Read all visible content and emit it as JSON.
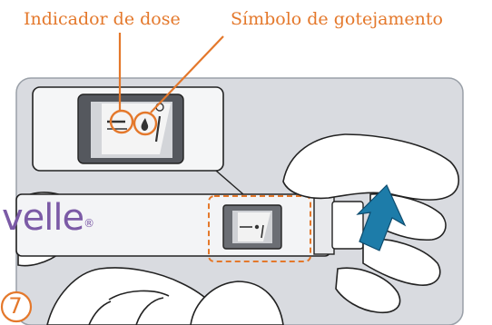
{
  "labels": {
    "dose_indicator": "Indicador de dose",
    "drip_symbol": "Símbolo de gotejamento"
  },
  "step": "7",
  "pen": {
    "brand_fragment": "velle",
    "trademark": "®"
  },
  "colors": {
    "callout": "#e4782b",
    "brand": "#7b5aa6",
    "arrow": "#1d7ca9",
    "panel": "#d9dbe0"
  }
}
